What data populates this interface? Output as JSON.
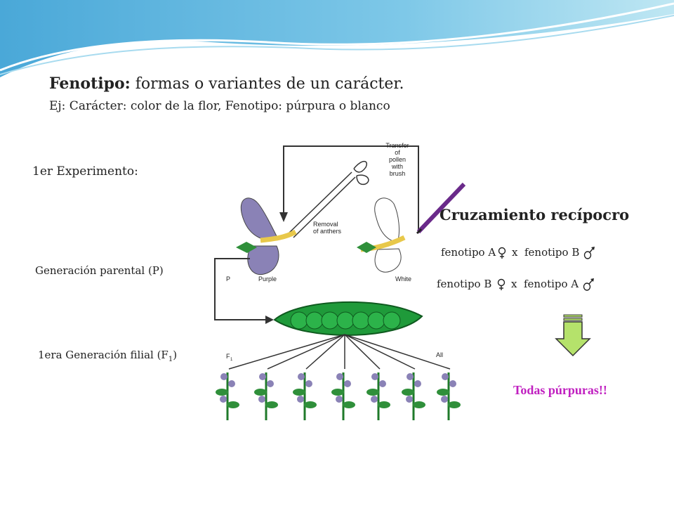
{
  "header": {
    "term": "Fenotipo:",
    "definition": " formas o variantes de un carácter.",
    "example": "Ej: Carácter: color de la flor, Fenotipo: púrpura o blanco"
  },
  "labels": {
    "experiment": "1er Experimento:",
    "parental": "Generación parental (P)",
    "filial_prefix": "1era Generación filial (F",
    "filial_sub": "1",
    "filial_suffix": ")"
  },
  "diagram": {
    "transfer": [
      "Transfer",
      "of",
      "pollen",
      "with",
      "brush"
    ],
    "removal": [
      "Removal",
      "of anthers"
    ],
    "p": "P",
    "purple": "Purple",
    "white": "White",
    "f1": "F",
    "f1_sub": "1",
    "all": "All"
  },
  "cross": {
    "title": "Cruzamiento recípocro",
    "line1_left": "fenotipo A",
    "line1_right": "fenotipo B",
    "line2_left": "fenotipo B",
    "line2_right": "fenotipo A",
    "x": "x"
  },
  "result": "Todas púrpuras!!",
  "colors": {
    "purple_flower": "#8a82b6",
    "green_pod": "#1f9a3a",
    "arrow_fill": "#b5e26b",
    "result_text": "#c020c0"
  }
}
